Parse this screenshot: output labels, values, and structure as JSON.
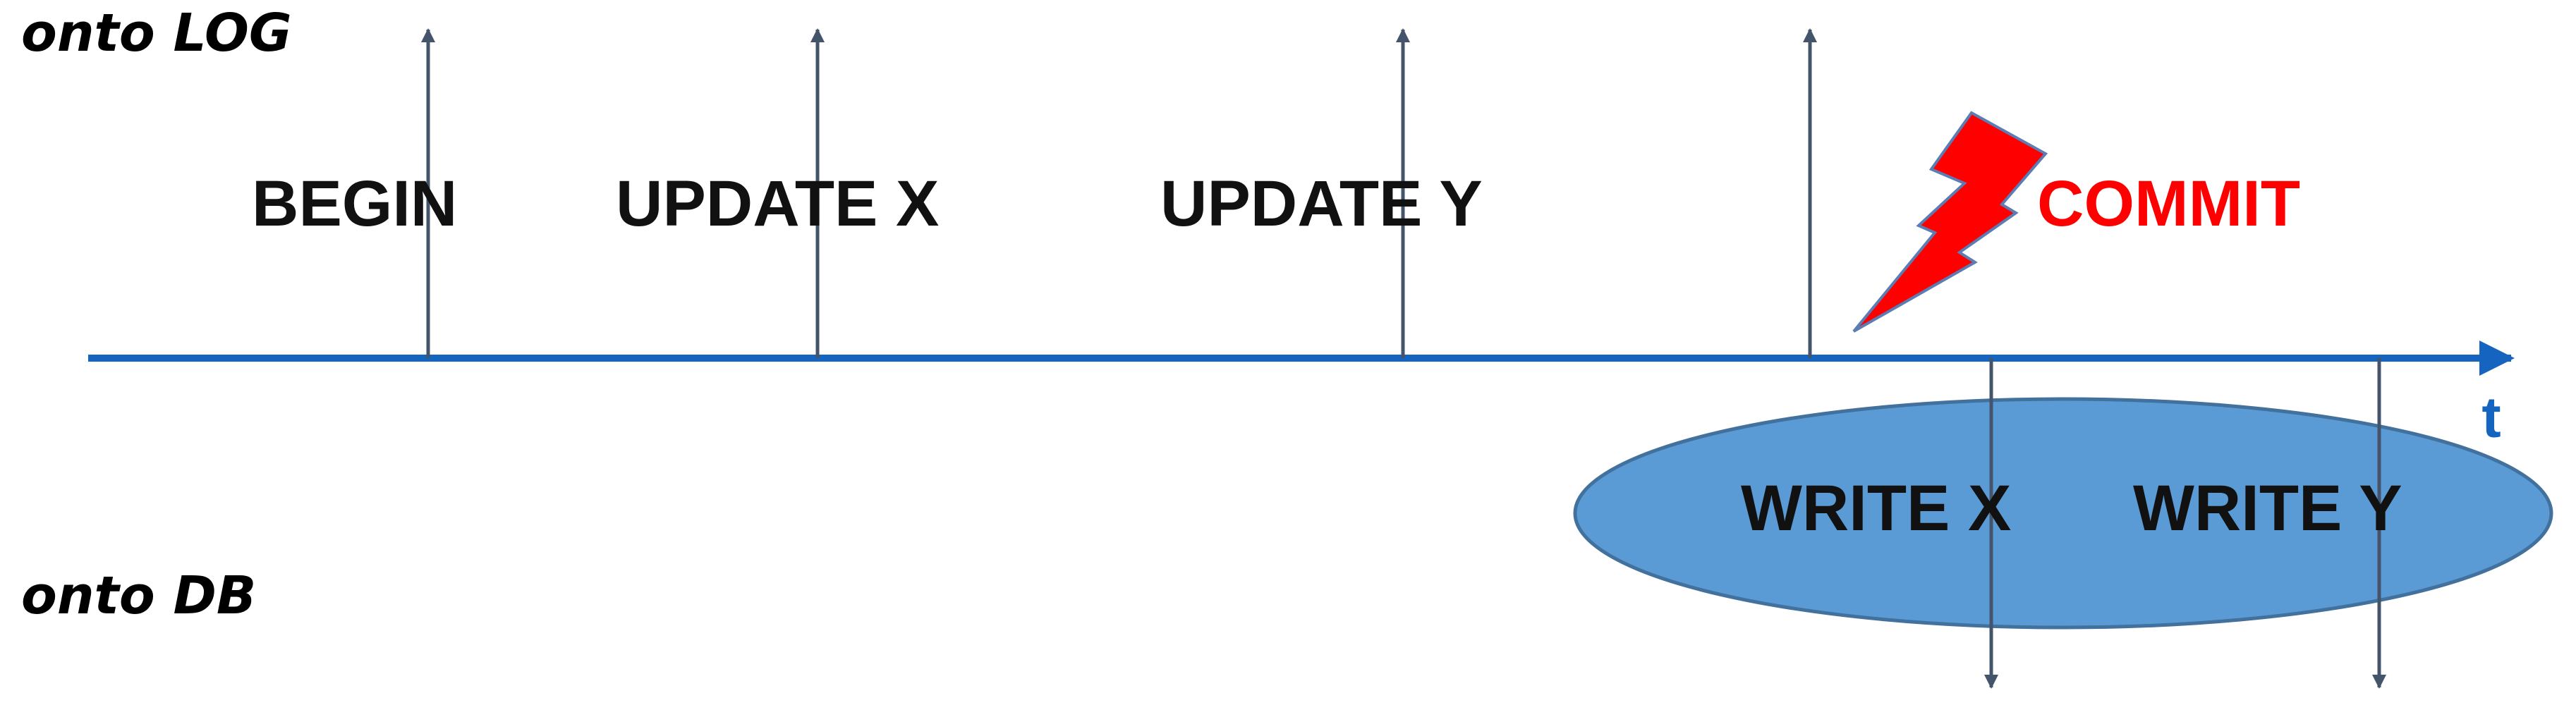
{
  "side_labels": {
    "log": "onto LOG",
    "db": "onto DB"
  },
  "log_events": [
    {
      "label": "BEGIN"
    },
    {
      "label": "UPDATE X"
    },
    {
      "label": "UPDATE Y"
    },
    {
      "label": ""
    }
  ],
  "commit": {
    "label": "COMMIT"
  },
  "time_axis": {
    "label": "t"
  },
  "db_writes": [
    {
      "label": "WRITE X"
    },
    {
      "label": "WRITE Y"
    }
  ],
  "colors": {
    "axis": "#1565C0",
    "arrow": "#44546A",
    "commit_text": "#FF0000",
    "lightning_fill": "#FF0000",
    "lightning_stroke": "#5B7DB4",
    "ellipse_fill": "#5B9BD5",
    "ellipse_stroke": "#41719C"
  }
}
